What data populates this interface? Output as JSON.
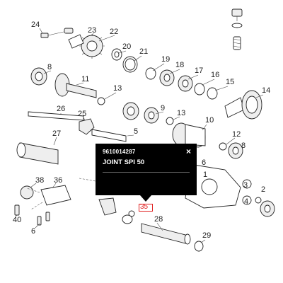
{
  "popup": {
    "reference": "9610014287",
    "part_name": "JOINT SPI 50",
    "close_glyph": "×"
  },
  "highlight": {
    "label": "35",
    "color": "#e02020"
  },
  "callouts": {
    "c1": "1",
    "c2": "2",
    "c3": "3",
    "c4": "4",
    "c5": "5",
    "c6": "6",
    "c8": "8",
    "c9": "9",
    "c10": "10",
    "c11": "11",
    "c12": "12",
    "c13a": "13",
    "c13b": "13",
    "c14": "14",
    "c15": "15",
    "c16": "16",
    "c17": "17",
    "c18": "18",
    "c19": "19",
    "c20": "20",
    "c21": "21",
    "c22": "22",
    "c23": "23",
    "c24": "24",
    "c25": "25",
    "c26": "26",
    "c27": "27",
    "c28": "28",
    "c29": "29",
    "c36": "36",
    "c38": "38",
    "c40": "40"
  }
}
